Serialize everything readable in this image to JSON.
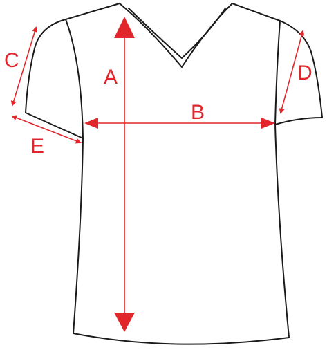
{
  "accent_color": "#e0262b",
  "outline_color": "#1a1a1a",
  "labels": {
    "A": "A",
    "B": "B",
    "C": "C",
    "D": "D",
    "E": "E"
  }
}
